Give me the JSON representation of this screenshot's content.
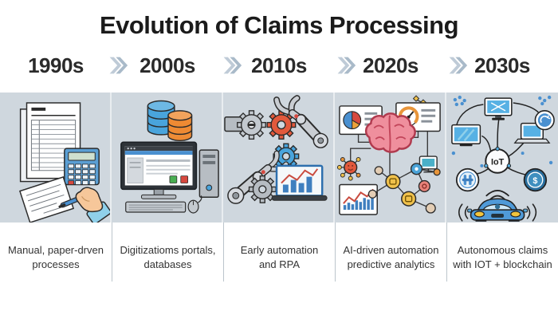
{
  "title": "Evolution of Claims Processing",
  "timeline": {
    "arrow_icon": "double-chevron-right-icon",
    "eras": [
      {
        "year": "1990s",
        "caption_line1": "Manual, paper-drven",
        "caption_line2": "processes",
        "icons": [
          "document-form-icon",
          "calculator-icon",
          "hand-writing-icon",
          "pen-icon"
        ]
      },
      {
        "year": "2000s",
        "caption_line1": "Digitizatioms portals,",
        "caption_line2": "databases",
        "icons": [
          "database-icon",
          "desktop-monitor-icon",
          "pc-tower-icon",
          "keyboard-icon",
          "mouse-icon"
        ]
      },
      {
        "year": "2010s",
        "caption_line1": "Early automation",
        "caption_line2": "and RPA",
        "icons": [
          "robot-arm-icon",
          "gear-icon",
          "analytics-laptop-icon"
        ]
      },
      {
        "year": "2020s",
        "caption_line1": "AI-driven automation",
        "caption_line2": "predictive analytics",
        "icons": [
          "brain-icon",
          "pie-chart-card-icon",
          "gauge-card-icon",
          "bar-chart-card-icon",
          "network-graph-icon",
          "hub-node-icon",
          "chip-monitor-icon"
        ]
      },
      {
        "year": "2030s",
        "caption_line1": "Autonomous claims",
        "caption_line2": "with IOT + blockchain",
        "iot_label": "IoT",
        "coin_symbol": "$",
        "icons": [
          "iot-hub-icon",
          "connected-devices-icon",
          "blockchain-coin-icon",
          "wifi-icon",
          "autonomous-car-icon"
        ]
      }
    ]
  },
  "colors": {
    "page_bg": "#ffffff",
    "panel_bg": "#cfd7de",
    "panel_gap": "#e9edf0",
    "chevron": "#a9bac9",
    "title_text": "#1b1b1b",
    "year_text": "#2a2a2a",
    "caption_text": "#333333",
    "divider": "#bcc5cc"
  }
}
